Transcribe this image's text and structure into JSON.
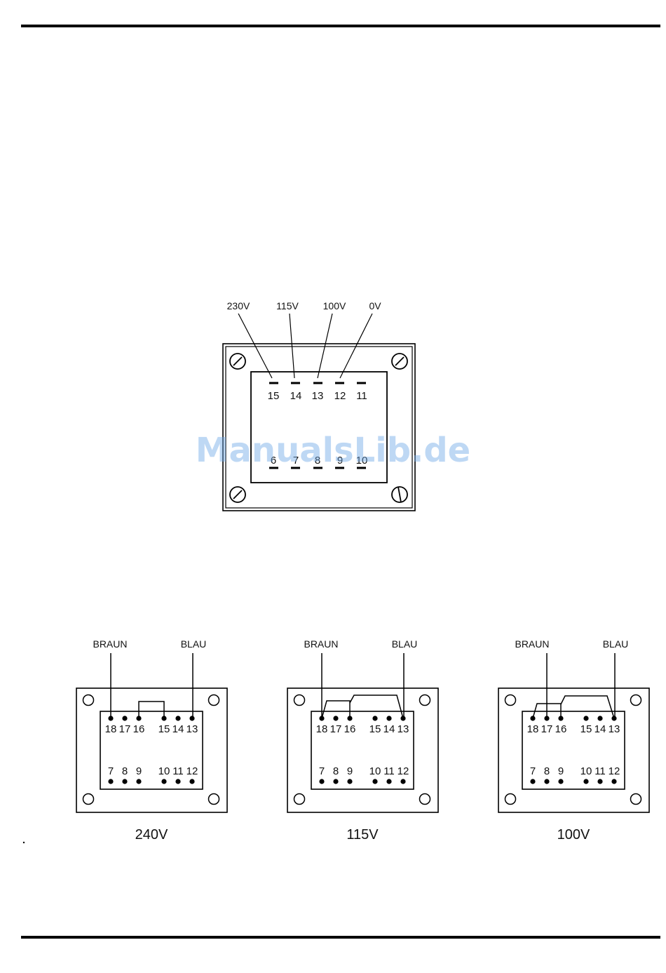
{
  "watermark": "ManualsLib.de",
  "transformer": {
    "voltage_labels": [
      "230V",
      "115V",
      "100V",
      "0V"
    ],
    "top_pins": [
      "15",
      "14",
      "13",
      "12",
      "11"
    ],
    "bottom_pins": [
      "6",
      "7",
      "8",
      "9",
      "10"
    ]
  },
  "configs": [
    {
      "caption": "240V",
      "brown_label": "BRAUN",
      "blue_label": "BLAU",
      "top_pins": [
        "18",
        "17",
        "16",
        "15",
        "14",
        "13"
      ],
      "bottom_pins": [
        "7",
        "8",
        "9",
        "10",
        "11",
        "12"
      ]
    },
    {
      "caption": "115V",
      "brown_label": "BRAUN",
      "blue_label": "BLAU",
      "top_pins": [
        "18",
        "17",
        "16",
        "15",
        "14",
        "13"
      ],
      "bottom_pins": [
        "7",
        "8",
        "9",
        "10",
        "11",
        "12"
      ]
    },
    {
      "caption": "100V",
      "brown_label": "BRAUN",
      "blue_label": "BLAU",
      "top_pins": [
        "18",
        "17",
        "16",
        "15",
        "14",
        "13"
      ],
      "bottom_pins": [
        "7",
        "8",
        "9",
        "10",
        "11",
        "12"
      ]
    }
  ]
}
